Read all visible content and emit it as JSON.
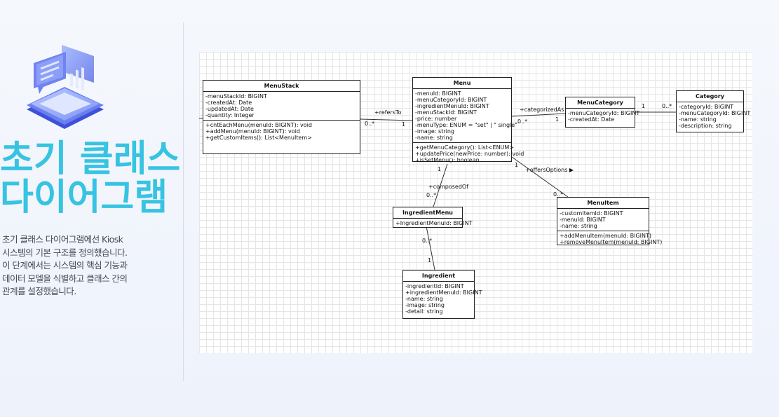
{
  "sidebar": {
    "title_line1": "초기 클래스",
    "title_line2": "다이어그램",
    "description": "초기 클래스 다이어그램에선 Kiosk 시스템의 기본 구조를 정의했습니다. 이 단계에서는 시스템의 핵심 기능과 데이터 모델을 식별하고 클래스 간의 관계를 설정했습니다."
  },
  "colors": {
    "accent": "#37c3e2",
    "illustration": "#5b6fe6"
  },
  "diagram": {
    "classes": {
      "menustack": {
        "name": "MenuStack",
        "attributes": [
          "-menuStackId: BIGINT",
          "-createdAt: Date",
          "-updatedAt: Date",
          "-quantity: Integer"
        ],
        "methods": [
          "+cntEachMenu(menuId: BIGINT): void",
          "+addMenu(menuId: BIGINT): void",
          "+getCustomItems(): List<MenuItem>"
        ]
      },
      "menu": {
        "name": "Menu",
        "attributes": [
          "-menuId: BIGINT",
          "-menuCategoryId: BIGINT",
          "-ingredientMenuId: BIGINT",
          "-menuStackId: BIGINT",
          "-price: number",
          "-menuType: ENUM = \"set\" | \" single\"",
          "-image: string",
          "-name: string"
        ],
        "methods": [
          "+getMenuCategory(): List<ENUM>",
          "+updatePrice(newPrice: number): void",
          "+isSetMenu(): boolean"
        ]
      },
      "menucategory": {
        "name": "MenuCategory",
        "attributes": [
          "-menuCategoryId: BIGINT",
          "-createdAt: Date"
        ],
        "methods": []
      },
      "category": {
        "name": "Category",
        "attributes": [
          "-categoryId: BIGINT",
          "-menuCategoryId: BIGINT",
          "-name: string",
          "-description: string"
        ],
        "methods": []
      },
      "ingredientmenu": {
        "name": "IngredientMenu",
        "attributes": [
          "+IngredientMenuId: BIGINT"
        ],
        "methods": []
      },
      "menuitem": {
        "name": "MenuItem",
        "attributes": [
          "-customItemId: BIGINT",
          "-menuId: BIGINT",
          "-name: string"
        ],
        "methods": [
          "+addMenuItem(menuId: BIGINT)",
          "+removeMenuItem(menuId: BIGINT)"
        ]
      },
      "ingredient": {
        "name": "Ingredient",
        "attributes": [
          "-ingredientId: BIGINT",
          "+ingredientMenuId: BIGINT",
          "-name: string",
          "-image: string",
          "-detail: string"
        ],
        "methods": []
      }
    },
    "relations": {
      "refers_to": {
        "label": "+refersTo",
        "m1": "0..*",
        "m2": "1"
      },
      "categorized_as": {
        "label": "+categorizedAs ▶",
        "m1": "0..*",
        "m2": "1"
      },
      "category_link": {
        "m1": "1",
        "m2": "0..*"
      },
      "composed_of": {
        "label": "+composedOf",
        "m1": "1",
        "m2": "0..*"
      },
      "offers_options": {
        "label": "+offersOptions ▶",
        "m1": "1",
        "m2": "0..*"
      },
      "ingredient_link": {
        "m1": "0..*",
        "m2": "1"
      }
    }
  }
}
